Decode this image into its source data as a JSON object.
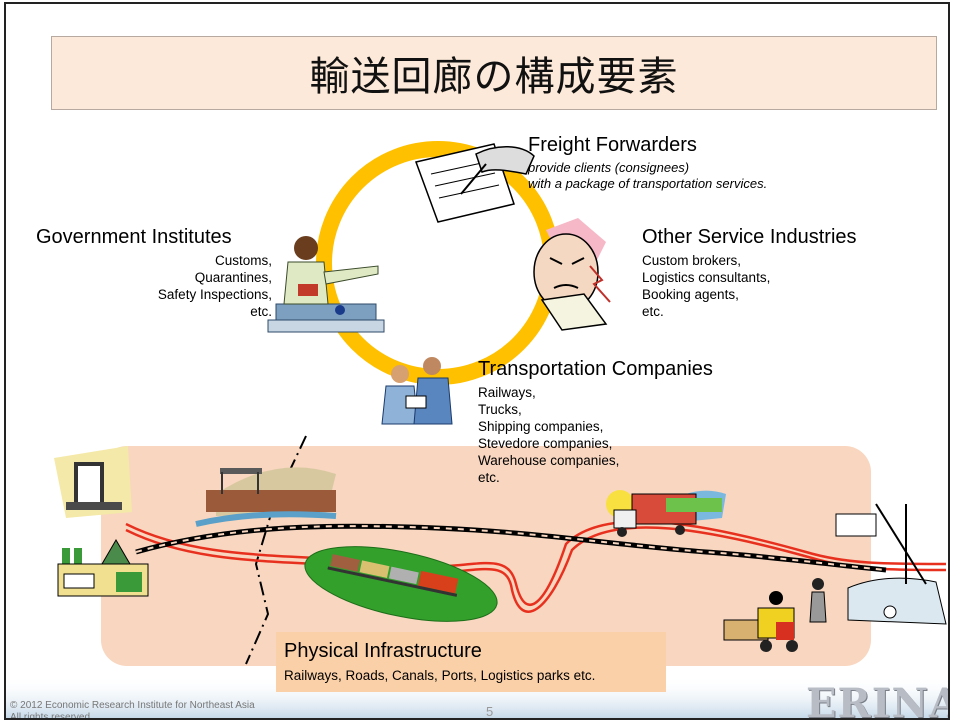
{
  "title": "輸送回廊の構成要素",
  "freight_forwarders": {
    "title": "Freight Forwarders",
    "desc_lines": [
      "provide clients (consignees)",
      "with a package of transportation services."
    ]
  },
  "government_institutes": {
    "title": "Government Institutes",
    "items": [
      "Customs,",
      "Quarantines,",
      "Safety Inspections,",
      "etc."
    ]
  },
  "other_service_industries": {
    "title": "Other Service Industries",
    "items": [
      "Custom brokers,",
      "Logistics consultants,",
      "Booking agents,",
      "etc."
    ]
  },
  "transportation_companies": {
    "title": "Transportation Companies",
    "items": [
      "Railways,",
      "Trucks,",
      "Shipping companies,",
      "Stevedore companies,",
      "Warehouse companies,",
      "etc."
    ]
  },
  "physical_infrastructure": {
    "title": "Physical Infrastructure",
    "subtitle": "Railways, Roads, Canals, Ports, Logistics parks etc."
  },
  "footer": {
    "copyright_lines": [
      "© 2012 Economic Research Institute for Northeast Asia",
      "All rights reserved"
    ],
    "page_number": "5",
    "logo": "ERINA"
  },
  "colors": {
    "ring": "#ffc000",
    "infra_zone": "#f8d6bf",
    "title_bg": "#fce9d9",
    "red_route": "#e8301f"
  }
}
